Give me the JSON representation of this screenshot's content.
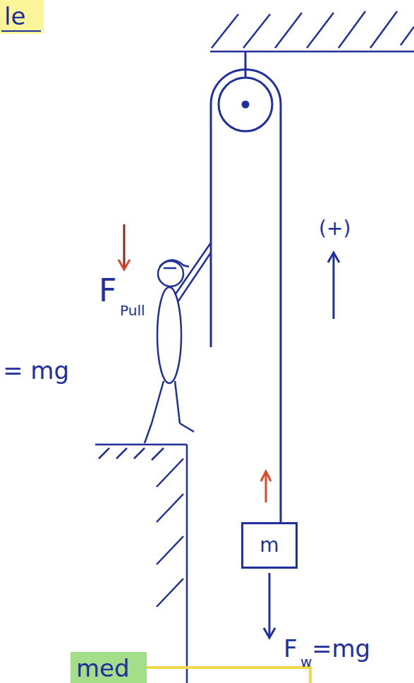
{
  "diagram": {
    "nodes": [
      {
        "text": [
          "m"
        ]
      }
    ],
    "labels": [
      "le",
      "F",
      "Pull",
      "= mg",
      "(+)",
      "F",
      "w",
      "=mg",
      "med"
    ]
  }
}
